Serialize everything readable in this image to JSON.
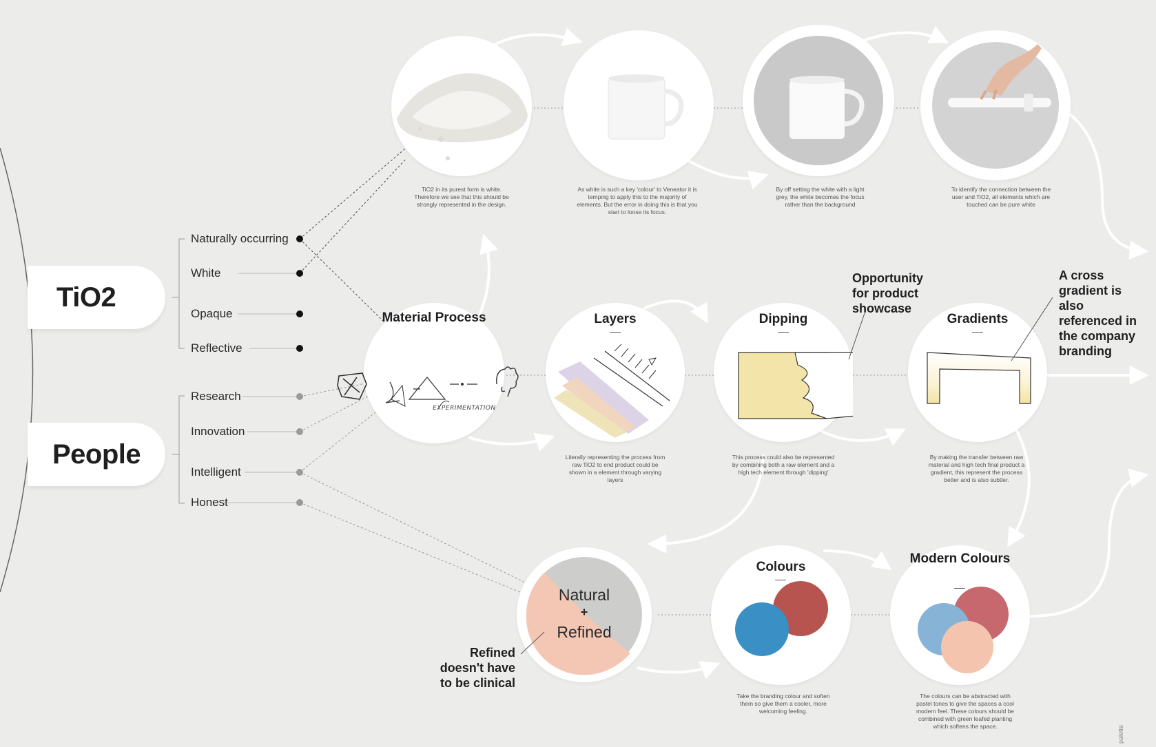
{
  "groups": {
    "tio2": {
      "label": "TiO2",
      "attributes": [
        "Naturally occurring",
        "White",
        "Opaque",
        "Reflective"
      ]
    },
    "people": {
      "label": "People",
      "attributes": [
        "Research",
        "Innovation",
        "Intelligent",
        "Honest"
      ]
    }
  },
  "top_row": [
    {
      "image": "powder-pile",
      "caption": "TiO2 in its purest form is white. Therefore we see that this should be strongly represented in the design."
    },
    {
      "image": "white-mug",
      "caption": "As white is such a key 'colour' to Veneator it is temping to apply this to the majority of elements. But the error in doing this is that you start to loose its focus."
    },
    {
      "image": "white-mug-on-grey",
      "caption": "By off setting the white with a light grey, the white becomes the focus rather than the background"
    },
    {
      "image": "hand-on-white-handle",
      "caption": "To identify the connection between the user and TiO2, all elements which are touched can be pure white"
    }
  ],
  "middle_row": [
    {
      "title": "Material Process",
      "sketch_text": "EXPERIMENTATION",
      "caption": ""
    },
    {
      "title": "Layers",
      "caption": "Literally representing the process from raw TiO2 to end product could be shown in a element through varying layers"
    },
    {
      "title": "Dipping",
      "caption": "This process could also be represented by combining both a raw element and a high tech element through 'dipping'"
    },
    {
      "title": "Gradients",
      "caption": "By making the transfer between raw material and high tech final product a gradient, this represent the process better and is also subtler."
    }
  ],
  "bottom_row": [
    {
      "title": "",
      "natural": "Natural",
      "plus": "+",
      "refined": "Refined",
      "caption": ""
    },
    {
      "title": "Colours",
      "caption": "Take the branding colour and soften them so give them a cooler, more welcoming feeling."
    },
    {
      "title": "Modern Colours",
      "caption": "The colours can be abstracted with pastel tones to give the spaces a cool modern feel. These colours should be combined with green leafed planting which softens the space."
    }
  ],
  "notes": {
    "opportunity": "Opportunity for product showcase",
    "cross_gradient": "A cross gradient is also referenced in the company branding",
    "refined": "Refined doesn't have to be clinical"
  },
  "side_text": "palette",
  "colors": {
    "background": "#ececeb",
    "brand_blue": "#3a8fc4",
    "brand_red": "#b8544f",
    "pastel_blue": "#87b4d6",
    "pastel_red": "#c7686e",
    "pastel_peach": "#f4c4ae",
    "natural_grey": "#cdcdcb",
    "refined_peach": "#f3c7b3",
    "sketch_yellow": "#f3e5a9"
  }
}
